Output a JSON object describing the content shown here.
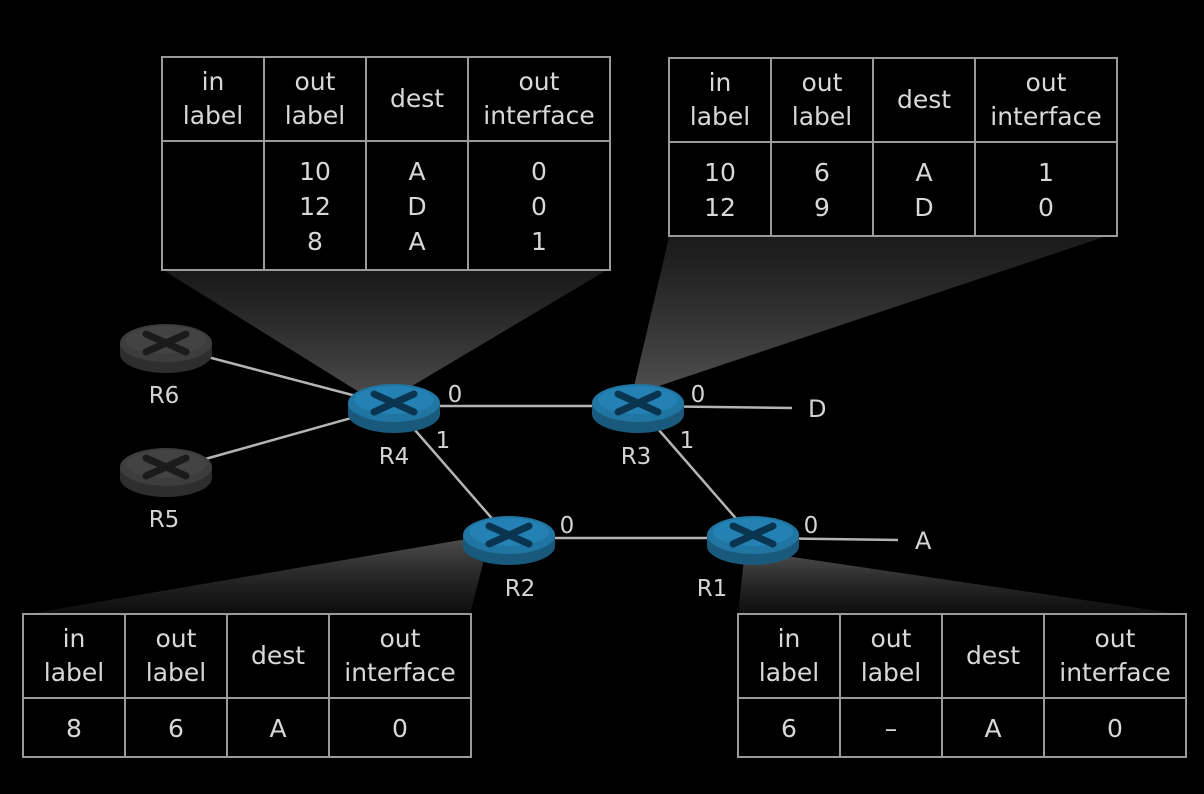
{
  "headers": [
    "in\nlabel",
    "out\nlabel",
    "dest",
    "out\ninterface"
  ],
  "tables": {
    "r4": {
      "rows": [
        [
          "",
          "10",
          "A",
          "0"
        ],
        [
          "",
          "12",
          "D",
          "0"
        ],
        [
          "",
          "8",
          "A",
          "1"
        ]
      ]
    },
    "r3": {
      "rows": [
        [
          "10",
          "6",
          "A",
          "1"
        ],
        [
          "12",
          "9",
          "D",
          "0"
        ]
      ]
    },
    "r2": {
      "rows": [
        [
          "8",
          "6",
          "A",
          "0"
        ]
      ]
    },
    "r1": {
      "rows": [
        [
          "6",
          "–",
          "A",
          "0"
        ]
      ]
    }
  },
  "routers": [
    {
      "id": "R6",
      "active": false
    },
    {
      "id": "R5",
      "active": false
    },
    {
      "id": "R4",
      "active": true
    },
    {
      "id": "R3",
      "active": true
    },
    {
      "id": "R2",
      "active": true
    },
    {
      "id": "R1",
      "active": true
    }
  ],
  "links": [
    {
      "from": "R6",
      "to": "R4"
    },
    {
      "from": "R5",
      "to": "R4"
    },
    {
      "from": "R4",
      "to": "R3",
      "from_interface": "0"
    },
    {
      "from": "R4",
      "to": "R2",
      "from_interface": "1"
    },
    {
      "from": "R2",
      "to": "R1",
      "from_interface": "0"
    },
    {
      "from": "R3",
      "to": "R1",
      "from_interface": "1"
    },
    {
      "from": "R3",
      "to": "D",
      "from_interface": "0"
    },
    {
      "from": "R1",
      "to": "A",
      "from_interface": "0"
    }
  ],
  "destinations": [
    "D",
    "A"
  ],
  "colors": {
    "background": "#000000",
    "active_router": "#1f6f9a",
    "inactive_router": "#3a3a3a",
    "link": "#b4b4b4",
    "table_border": "#9a9a9a",
    "text": "#d8d8d8"
  }
}
